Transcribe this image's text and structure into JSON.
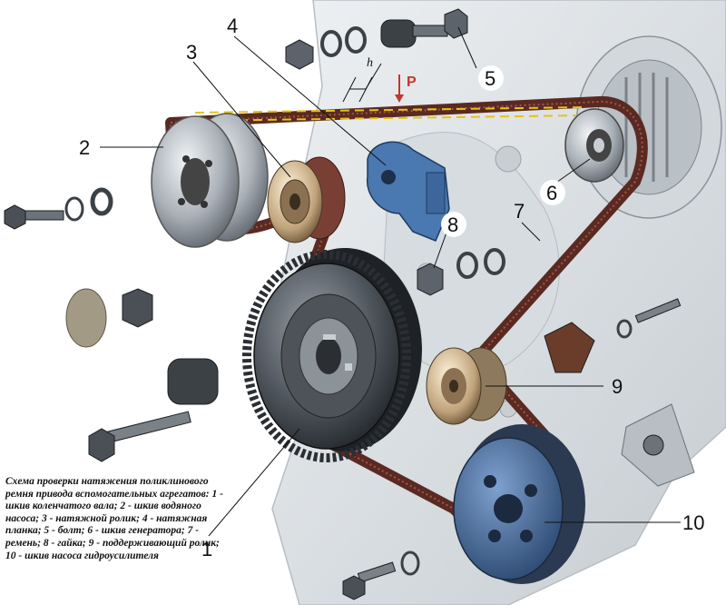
{
  "diagram": {
    "callouts": {
      "n1": "1",
      "n2": "2",
      "n3": "3",
      "n4": "4",
      "n5": "5",
      "n6": "6",
      "n7": "7",
      "n8": "8",
      "n9": "9",
      "n10": "10"
    },
    "force_label": "P",
    "deflection_label": "h",
    "caption": "Схема проверки натяжения поликлинового ремня привода вспомогательных агрегатов: 1 - шкив коленчатого вала; 2 - шкив водяного насоса; 3 - натяжной ролик; 4 - натяжная планка; 5 - болт; 6 - шкив генератора; 7 - ремень; 8 - гайка; 9 - поддерживающий ролик; 10 - шкив насоса гидроусилителя",
    "colors": {
      "belt": "#5a2a22",
      "belt_edge": "#2a120e",
      "engine_block": "#dfe3e6",
      "pulley_metal": "#7f8790",
      "power_steering_pulley": "#3d5d86",
      "tension_plate": "#4a78b0",
      "arrow": "#c0392b",
      "guide_dashes": "#e6c21a"
    }
  }
}
